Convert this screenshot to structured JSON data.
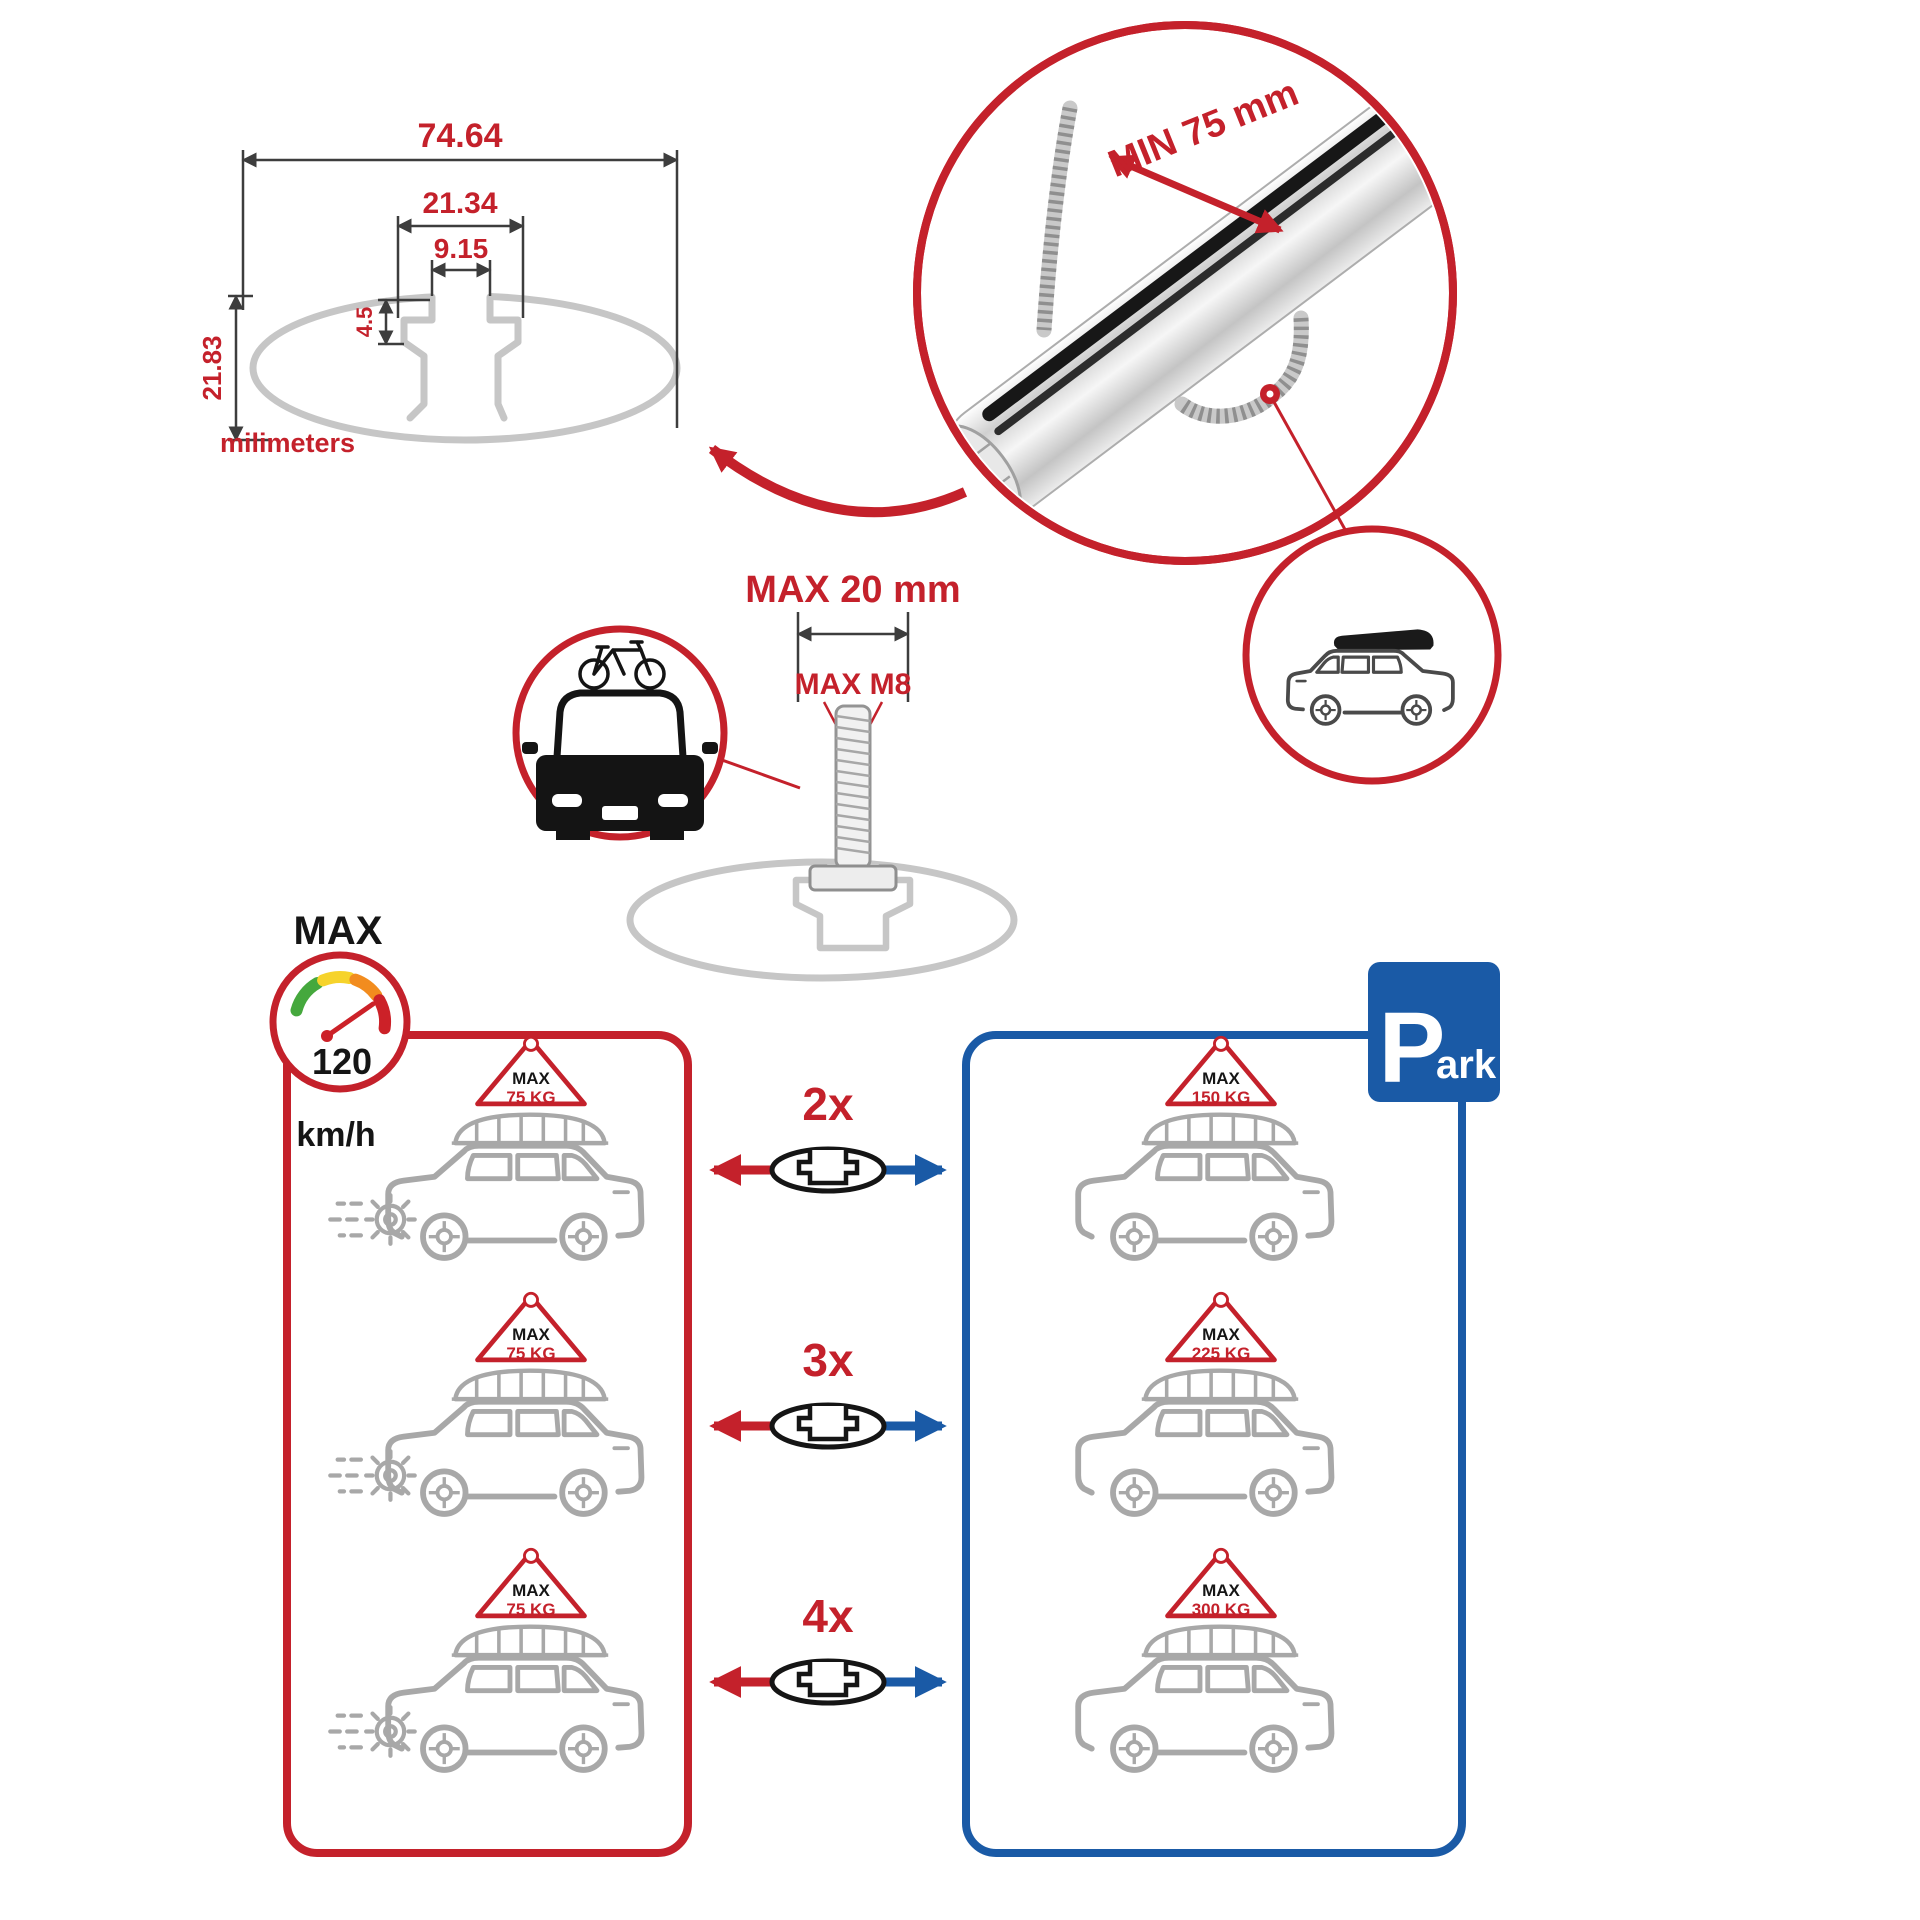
{
  "colors": {
    "red": "#c4212b",
    "blue": "#1a5aa6",
    "drawing_gray": "#c6c6c6",
    "car_gray": "#a8a8a8",
    "line_dark": "#3d3d3d"
  },
  "dimension_drawing": {
    "total_width": "74.64",
    "slot_outer_width": "21.34",
    "slot_inner_width": "9.15",
    "slot_depth": "4.5",
    "profile_height": "21.83",
    "units": "milimeters"
  },
  "bar_detail": {
    "min_spacing": "MIN 75 mm"
  },
  "bolt_detail": {
    "max_length": "MAX 20 mm",
    "max_thread": "MAX M8"
  },
  "speed_limit": {
    "label": "MAX",
    "value": "120",
    "unit": "km/h"
  },
  "parking_sign": {
    "big": "P",
    "small": "ark"
  },
  "rows": [
    {
      "multiplier": "2x",
      "moving": {
        "label": "MAX",
        "kg": "75 KG"
      },
      "parked": {
        "label": "MAX",
        "kg": "150 KG"
      }
    },
    {
      "multiplier": "3x",
      "moving": {
        "label": "MAX",
        "kg": "75 KG"
      },
      "parked": {
        "label": "MAX",
        "kg": "225 KG"
      }
    },
    {
      "multiplier": "4x",
      "moving": {
        "label": "MAX",
        "kg": "75 KG"
      },
      "parked": {
        "label": "MAX",
        "kg": "300 KG"
      }
    }
  ]
}
